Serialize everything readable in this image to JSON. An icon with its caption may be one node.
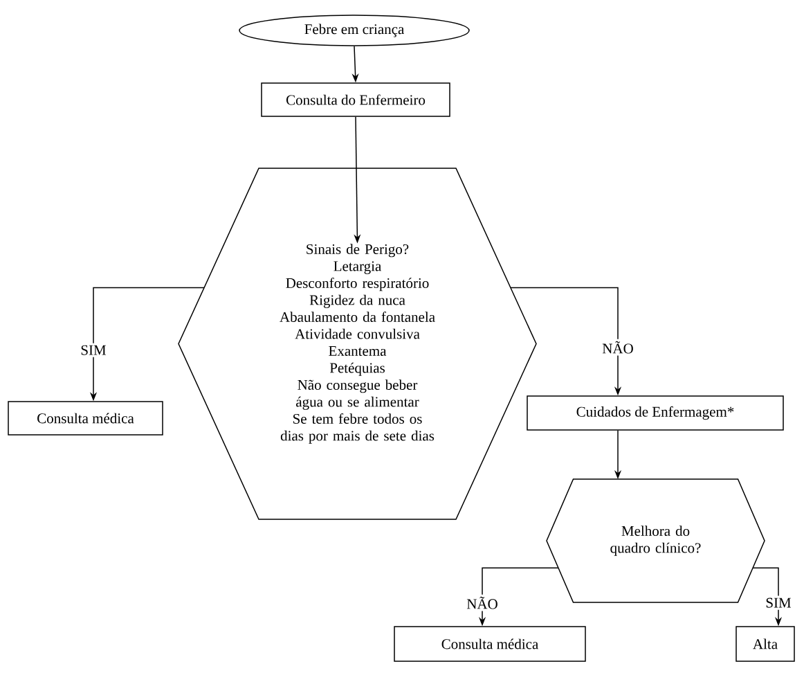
{
  "diagram": {
    "nodes": [
      {
        "text": [
          "Febre em criança"
        ]
      },
      {
        "text": [
          "Consulta do Enfermeiro"
        ]
      },
      {
        "text": [
          "Sinais de Perigo?",
          "Letargia",
          "Desconforto respiratório",
          "Rigidez da nuca",
          "Abaulamento da fontanela",
          "Atividade convulsiva",
          "Exantema",
          "Petéquias",
          "Não consegue beber água ou se alimentar",
          "Se tem febre todos os dias por mais de sete dias"
        ]
      },
      {
        "text": [
          "Consulta médica"
        ]
      },
      {
        "text": [
          "Cuidados de Enfermagem*"
        ]
      },
      {
        "text": [
          "Melhora do quadro clínico?"
        ]
      },
      {
        "text": [
          "Consulta médica"
        ]
      },
      {
        "text": [
          "Alta"
        ]
      }
    ],
    "edges": [
      {
        "from": 0,
        "to": 1,
        "arrow": "to"
      },
      {
        "from": 1,
        "to": 2,
        "arrow": "to"
      },
      {
        "from": 2,
        "to": 3,
        "arrow": "to",
        "label": "SIM"
      },
      {
        "from": 2,
        "to": 4,
        "arrow": "to",
        "label": "NÃO"
      },
      {
        "from": 4,
        "to": 5,
        "arrow": "to"
      },
      {
        "from": 5,
        "to": 6,
        "arrow": "to",
        "label": "NÃO"
      },
      {
        "from": 5,
        "to": 7,
        "arrow": "to",
        "label": "SIM"
      }
    ]
  }
}
